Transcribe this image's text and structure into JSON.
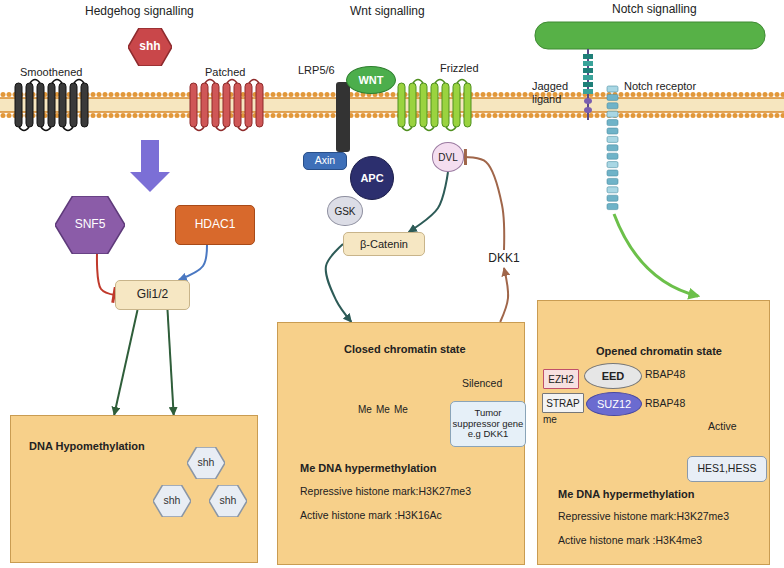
{
  "diagram": {
    "nodes": [
      {
        "text": [
          "shh"
        ]
      },
      {
        "text": [
          "SNF5"
        ]
      },
      {
        "text": [
          "HDAC1"
        ]
      },
      {
        "text": [
          "Gli1/2"
        ]
      },
      {
        "text": [
          "DNA Hypomethylation"
        ]
      },
      {
        "text": [
          "shh"
        ],
        "in": 4
      },
      {
        "text": [
          "shh"
        ],
        "in": 4
      },
      {
        "text": [
          "shh"
        ],
        "in": 4
      },
      {
        "text": [
          "WNT"
        ]
      },
      {
        "text": [
          "Axin"
        ]
      },
      {
        "text": [
          "APC"
        ]
      },
      {
        "text": [
          "GSK"
        ]
      },
      {
        "text": [
          "DVL"
        ]
      },
      {
        "text": [
          "β-Catenin"
        ]
      },
      {
        "text": [
          "DKK1"
        ]
      },
      {
        "text": [
          "Closed chromatin state"
        ]
      },
      {
        "text": [
          "Tumor suppressor gene e.g DKK1"
        ],
        "in": 15
      },
      {
        "text": [
          "Opened chromatin state"
        ]
      },
      {
        "text": [
          "EZH2"
        ],
        "in": 17
      },
      {
        "text": [
          "EED"
        ],
        "in": 17
      },
      {
        "text": [
          "STRAP"
        ],
        "in": 17
      },
      {
        "text": [
          "SUZ12"
        ],
        "in": 17
      },
      {
        "text": [
          "HES1,HESS"
        ],
        "in": 17
      }
    ],
    "edges": [
      {
        "from": 1,
        "to": 3,
        "arrow": "to"
      },
      {
        "from": 2,
        "to": 3,
        "arrow": "to"
      },
      {
        "from": 3,
        "to": 4,
        "arrow": "to"
      },
      {
        "from": 3,
        "to": 4,
        "arrow": "to"
      },
      {
        "from": 12,
        "to": 13,
        "arrow": "to"
      },
      {
        "from": 13,
        "to": 15,
        "arrow": "to"
      },
      {
        "from": 15,
        "to": 14,
        "arrow": "to"
      },
      {
        "from": 14,
        "to": 12,
        "arrow": "to"
      }
    ],
    "labels": [
      "Hedgehog signalling",
      "Smoothened",
      "Patched",
      "Wnt signalling",
      "LRP5/6",
      "Frizzled",
      "Notch signalling",
      "Jagged ligand",
      "Notch receptor",
      "Silenced",
      "Me",
      "Me",
      "Me",
      "Me DNA hypermethylation",
      "Repressive histone mark:H3K27me3",
      "Active histone mark :H3K16Ac",
      "RBAP48",
      "RBAP48",
      "me",
      "Active",
      "Me DNA hypermethylation",
      "Repressive histone mark:H3K27me3",
      "Active histone mark :H3K4me3"
    ]
  }
}
